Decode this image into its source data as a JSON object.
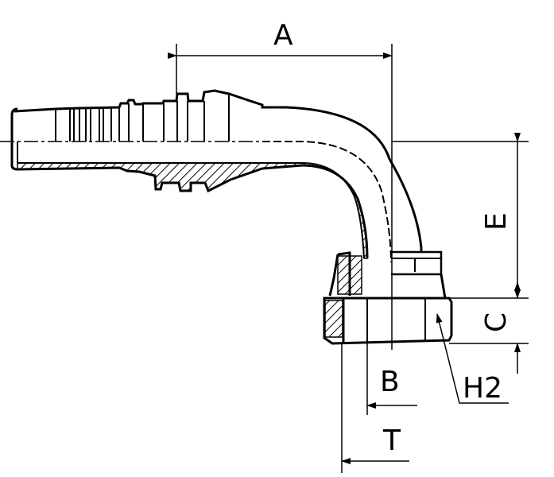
{
  "drawing": {
    "dimensions": {
      "a": "A",
      "e": "E",
      "c": "C",
      "b": "B",
      "h2": "H2",
      "t": "T"
    },
    "colors": {
      "line": "#000000",
      "background": "#ffffff"
    }
  }
}
